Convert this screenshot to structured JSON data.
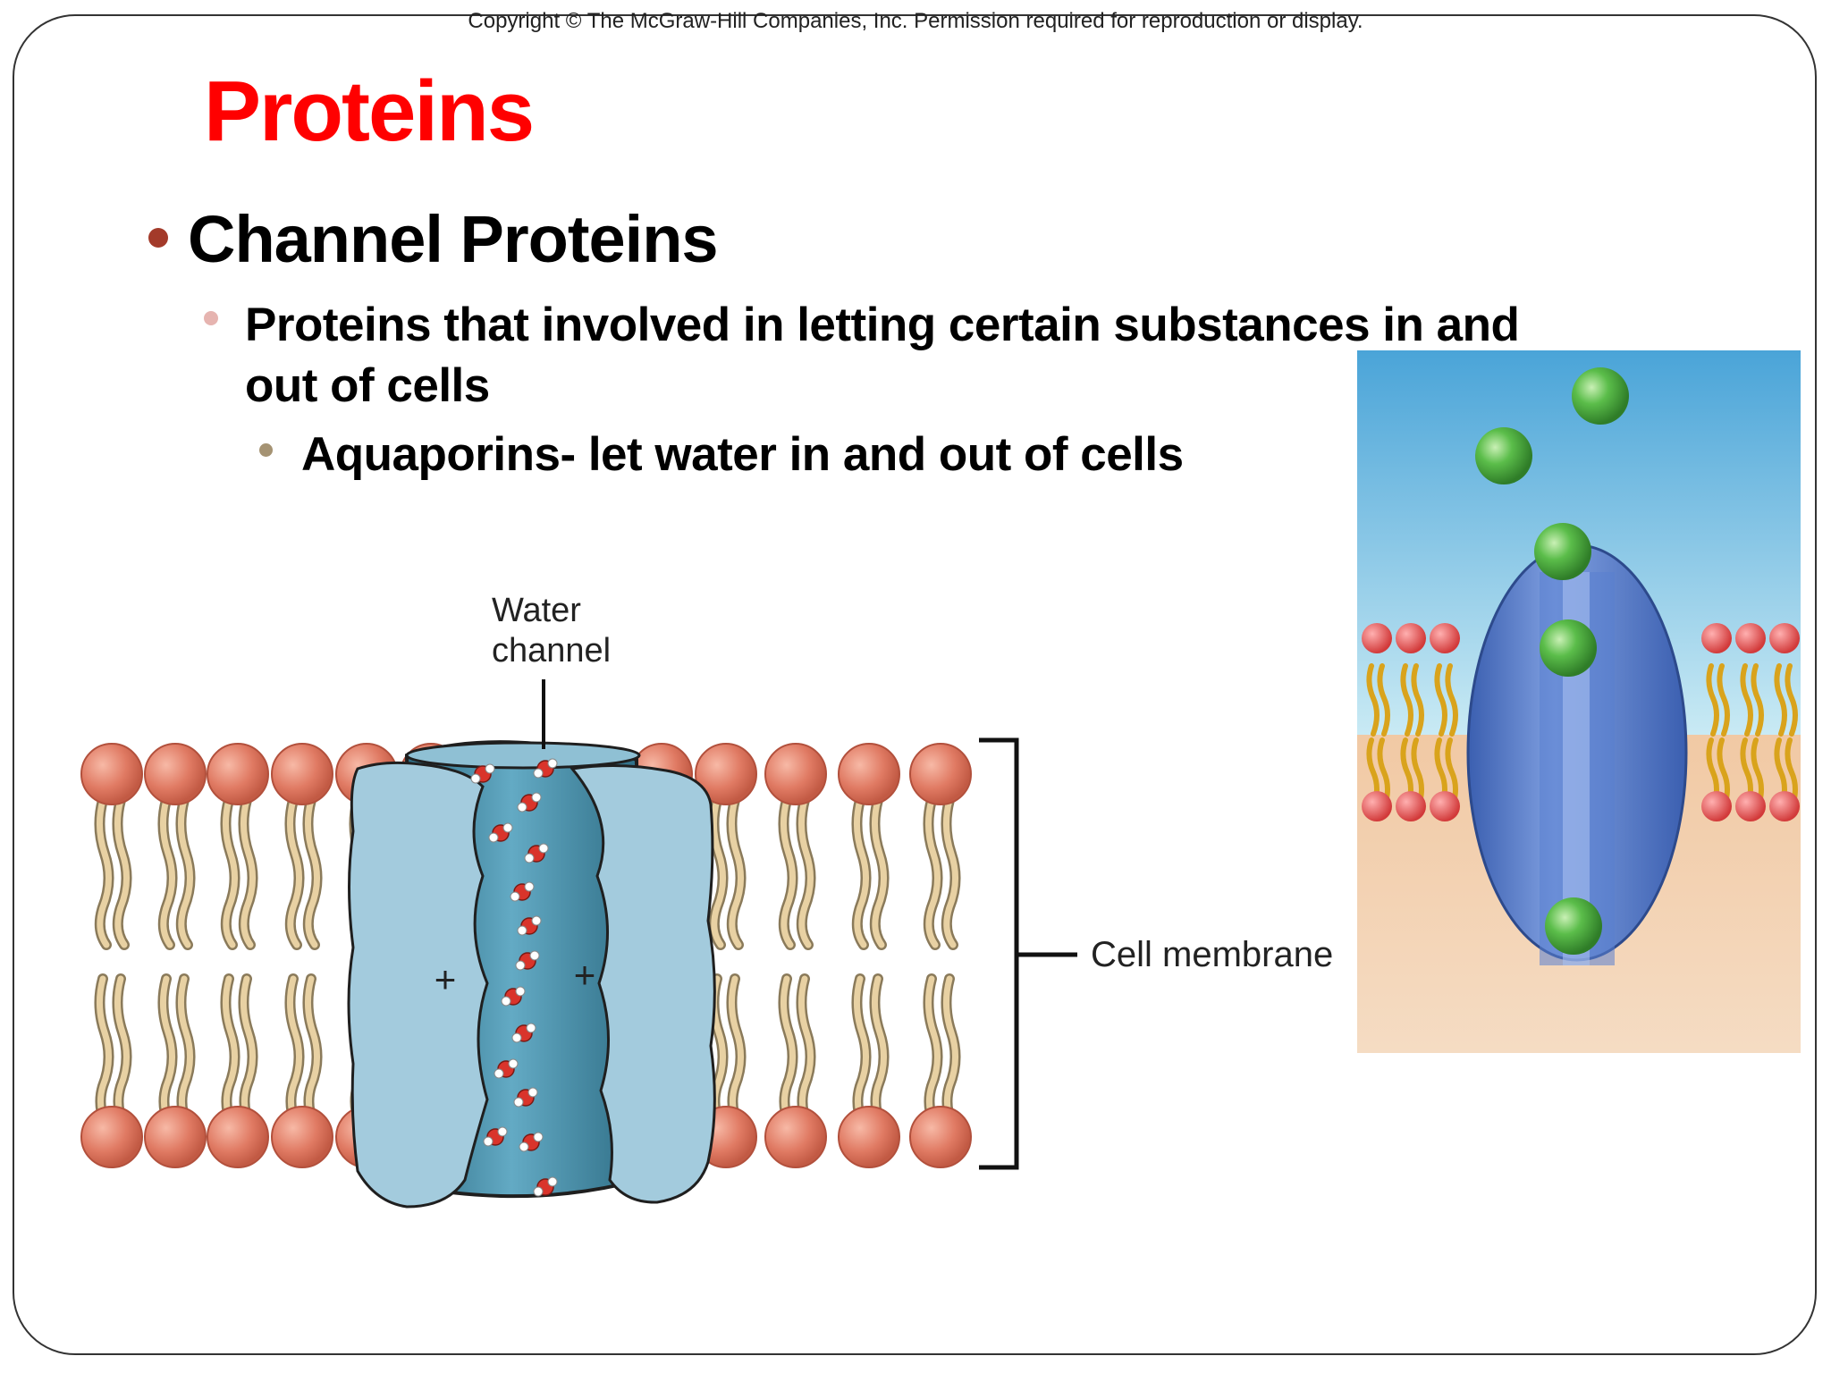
{
  "copyright": "Copyright © The McGraw-Hill Companies, Inc. Permission required for reproduction or display.",
  "title": "Proteins",
  "bullets": {
    "level1": "Channel Proteins",
    "level2": "Proteins that involved in letting certain substances in and out of cells",
    "level3": "Aquaporins- let water in and out of cells"
  },
  "diagram": {
    "water_channel_line1": "Water",
    "water_channel_line2": "channel",
    "plus_left": "+",
    "plus_right": "+",
    "cell_membrane_label": "Cell membrane"
  },
  "colors": {
    "title": "#ff0000",
    "bullet1": "#a33a2a",
    "phospholipid_head": "#e07a63",
    "channel_protein": "#a3cbdd",
    "water_oxygen": "#d9342b"
  }
}
